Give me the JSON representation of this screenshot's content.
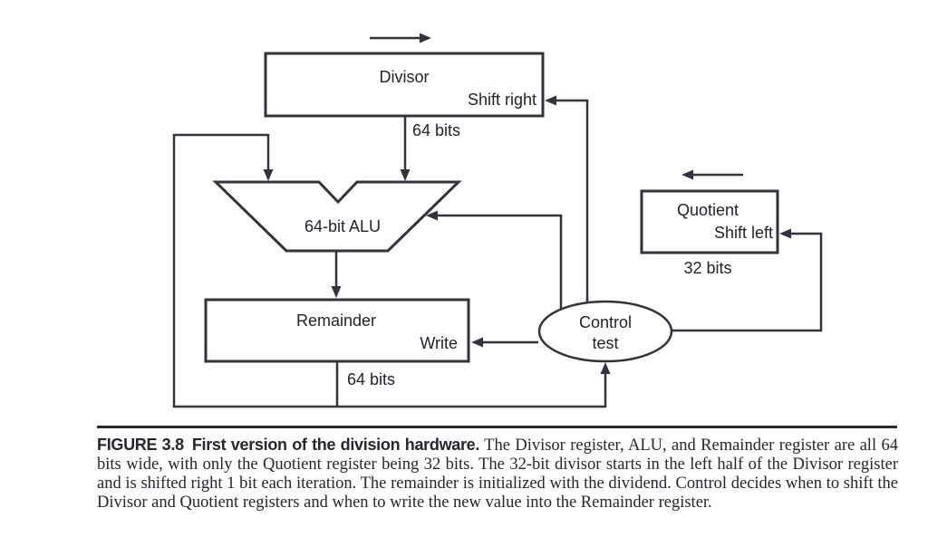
{
  "diagram": {
    "divisor": {
      "label": "Divisor",
      "action": "Shift right",
      "width_label": "64 bits"
    },
    "alu": {
      "label": "64-bit ALU"
    },
    "remainder": {
      "label": "Remainder",
      "action": "Write",
      "width_label": "64 bits"
    },
    "quotient": {
      "label": "Quotient",
      "action": "Shift left",
      "width_label": "32 bits"
    },
    "control": {
      "line1": "Control",
      "line2": "test"
    }
  },
  "caption": {
    "figure_label": "FIGURE 3.8",
    "figure_title": "First version of the division hardware.",
    "body": "The Divisor register, ALU, and Remainder register are all 64 bits wide, with only the Quotient register being 32 bits. The 32-bit divisor starts in the left half of the Divisor register and is shifted right 1 bit each iteration. The remainder is initialized with the dividend. Control decides when to shift the Divisor and Quotient registers and when to write the new value into the Remainder register."
  },
  "colors": {
    "line": "#33333f",
    "text": "#23232e",
    "background": "#ffffff"
  }
}
